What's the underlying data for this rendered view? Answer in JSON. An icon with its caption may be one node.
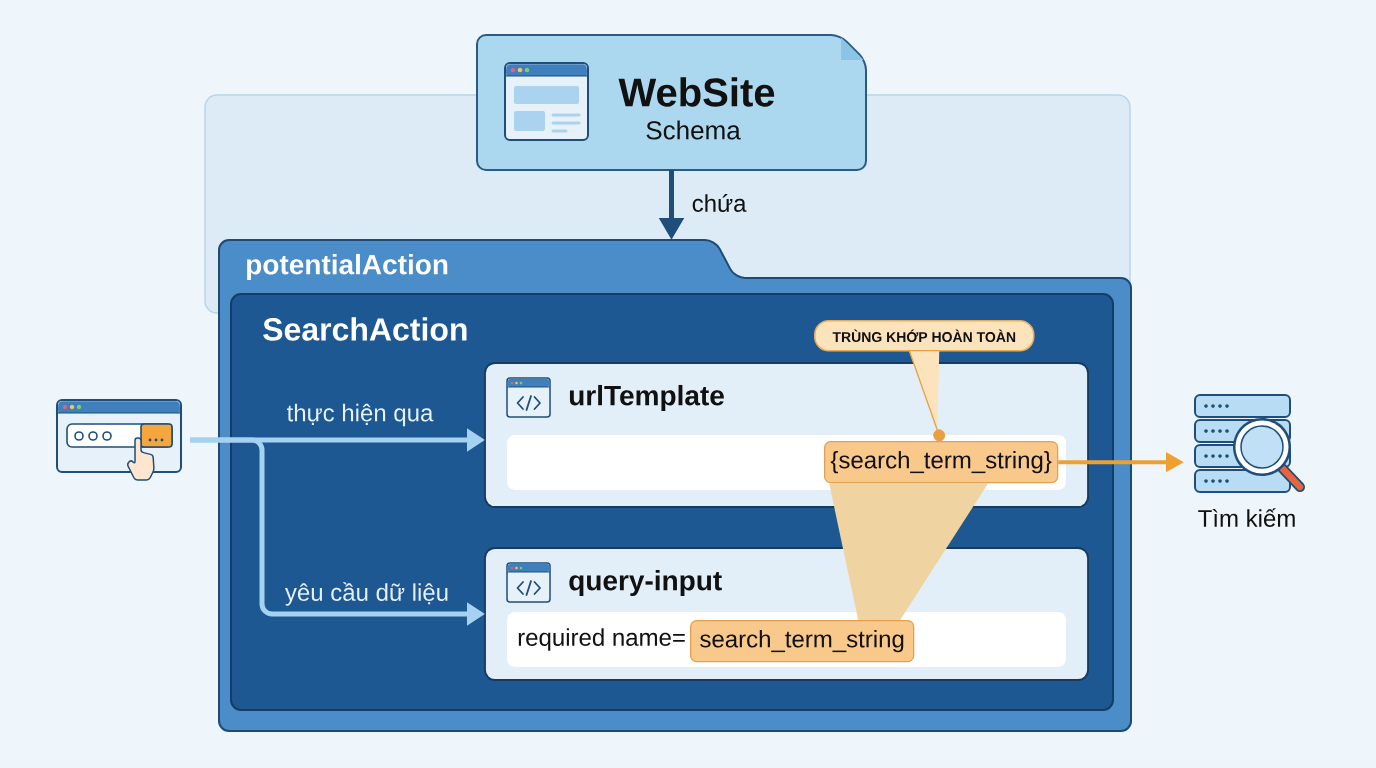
{
  "diagram": {
    "nodes": [
      {
        "text": [
          "WebSite",
          "Schema"
        ]
      },
      {
        "text": [
          "potentialAction"
        ]
      },
      {
        "text": [
          "SearchAction"
        ],
        "in": 1
      },
      {
        "text": [
          "urlTemplate"
        ],
        "in": 2
      },
      {
        "text": [
          "{search_term_string}"
        ],
        "in": 3
      },
      {
        "text": [
          "TRÙNG KHỚP HOÀN TOÀN"
        ],
        "in": 2
      },
      {
        "text": [
          "query-input",
          "required name="
        ],
        "in": 2
      },
      {
        "text": [
          "search_term_string"
        ],
        "in": 6
      },
      {
        "text": [],
        "shape": "picture"
      },
      {
        "text": [],
        "shape": "picture",
        "beside": [
          "Tìm kiếm"
        ]
      }
    ],
    "edges": [
      {
        "from": 0,
        "to": 1,
        "arrow": "to",
        "label": "chứa",
        "color": "#1f4e7a"
      },
      {
        "from": 8,
        "to": 3,
        "arrow": "to",
        "label": "thực hiện qua"
      },
      {
        "from": 8,
        "to": 6,
        "arrow": "to",
        "label": "yêu cầu dữ liệu"
      },
      {
        "from": 4,
        "to": 9,
        "arrow": "to",
        "color": "#f0a030"
      },
      {
        "from": 5,
        "to": 4,
        "arrow": "to",
        "color": "#e9a040"
      },
      {
        "from": 4,
        "to": 7,
        "arrow": "none",
        "color": "#efd4a2"
      }
    ]
  }
}
